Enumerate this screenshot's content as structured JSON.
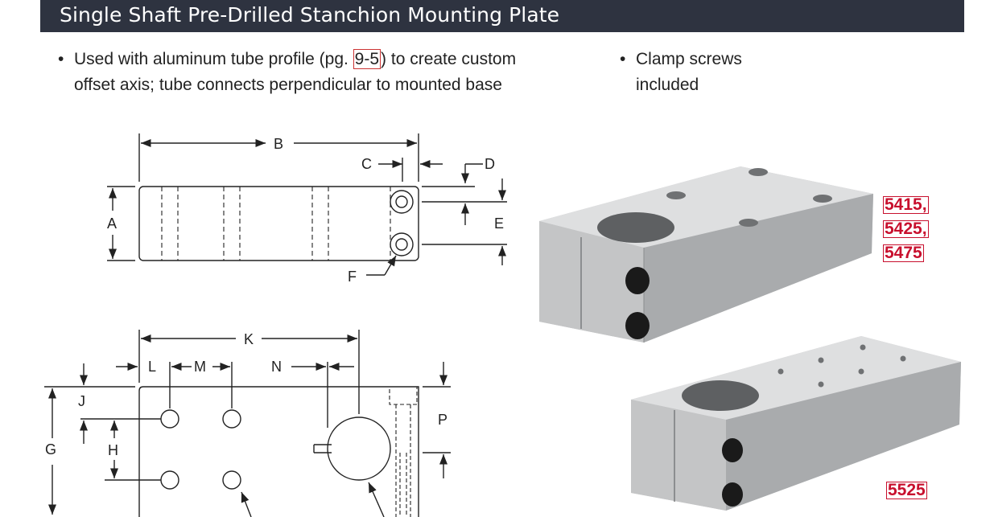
{
  "header": {
    "title": "Single Shaft Pre-Drilled Stanchion Mounting Plate"
  },
  "bullets": [
    {
      "pre": "Used with aluminum tube profile (pg. ",
      "ref": "9-5",
      "post": ") to create custom",
      "line2": "offset axis; tube connects perpendicular to mounted base"
    },
    {
      "line1": "Clamp screws",
      "line2": "included"
    }
  ],
  "diagram_top": {
    "labels": {
      "a": "A",
      "b": "B",
      "c": "C",
      "d": "D",
      "e": "E",
      "f": "F"
    }
  },
  "diagram_bottom": {
    "labels": {
      "g": "G",
      "h": "H",
      "j": "J",
      "k": "K",
      "l": "L",
      "m": "M",
      "n": "N",
      "p": "P"
    }
  },
  "parts": {
    "top": [
      "5415,",
      "5425,",
      "5475"
    ],
    "bottom": "5525"
  },
  "colors": {
    "header_bg": "#2e3340",
    "part_number": "#c8102e"
  }
}
